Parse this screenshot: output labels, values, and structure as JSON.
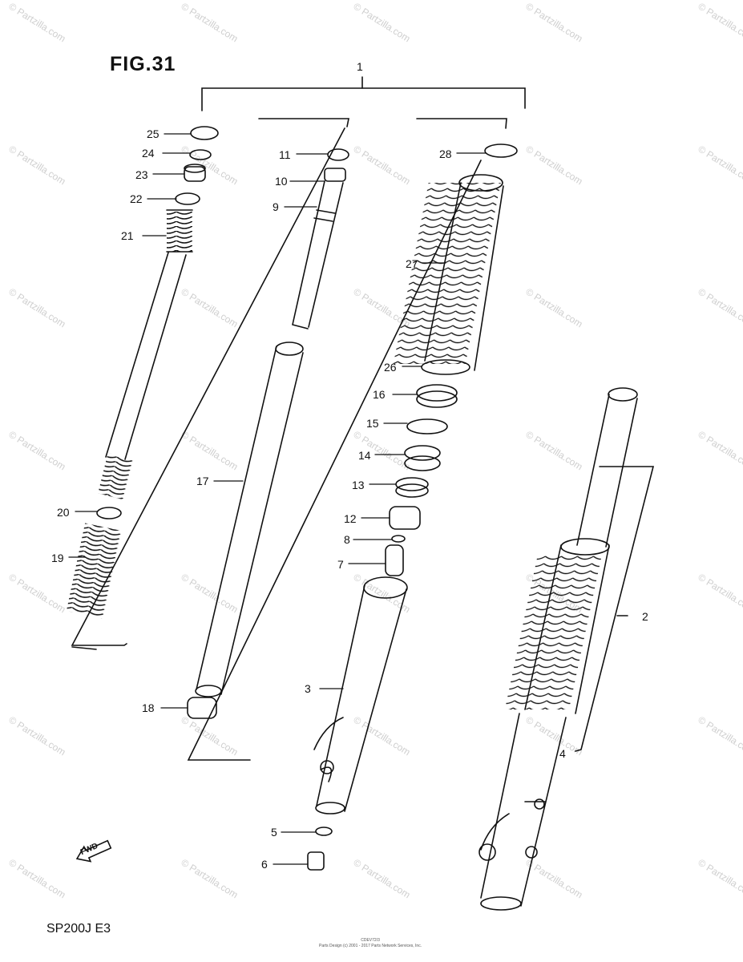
{
  "title": "FIG.31",
  "model": "SP200J E3",
  "footer_line1": "CDEV72/3",
  "footer_line2": "Parts Design (c) 2001 - 2017 Parts Network Services, Inc.",
  "fwd_label": "FWD",
  "watermark_text": "© Partzilla.com",
  "callouts": [
    {
      "id": "1",
      "label": "1"
    },
    {
      "id": "2",
      "label": "2"
    },
    {
      "id": "3",
      "label": "3"
    },
    {
      "id": "4",
      "label": "4"
    },
    {
      "id": "5",
      "label": "5"
    },
    {
      "id": "6",
      "label": "6"
    },
    {
      "id": "7",
      "label": "7"
    },
    {
      "id": "8",
      "label": "8"
    },
    {
      "id": "9",
      "label": "9"
    },
    {
      "id": "10",
      "label": "10"
    },
    {
      "id": "11",
      "label": "11"
    },
    {
      "id": "12",
      "label": "12"
    },
    {
      "id": "13",
      "label": "13"
    },
    {
      "id": "14",
      "label": "14"
    },
    {
      "id": "15",
      "label": "15"
    },
    {
      "id": "16",
      "label": "16"
    },
    {
      "id": "17",
      "label": "17"
    },
    {
      "id": "18",
      "label": "18"
    },
    {
      "id": "19",
      "label": "19"
    },
    {
      "id": "20",
      "label": "20"
    },
    {
      "id": "21",
      "label": "21"
    },
    {
      "id": "22",
      "label": "22"
    },
    {
      "id": "23",
      "label": "23"
    },
    {
      "id": "24",
      "label": "24"
    },
    {
      "id": "25",
      "label": "25"
    },
    {
      "id": "26",
      "label": "26"
    },
    {
      "id": "27",
      "label": "27"
    },
    {
      "id": "28",
      "label": "28"
    }
  ]
}
